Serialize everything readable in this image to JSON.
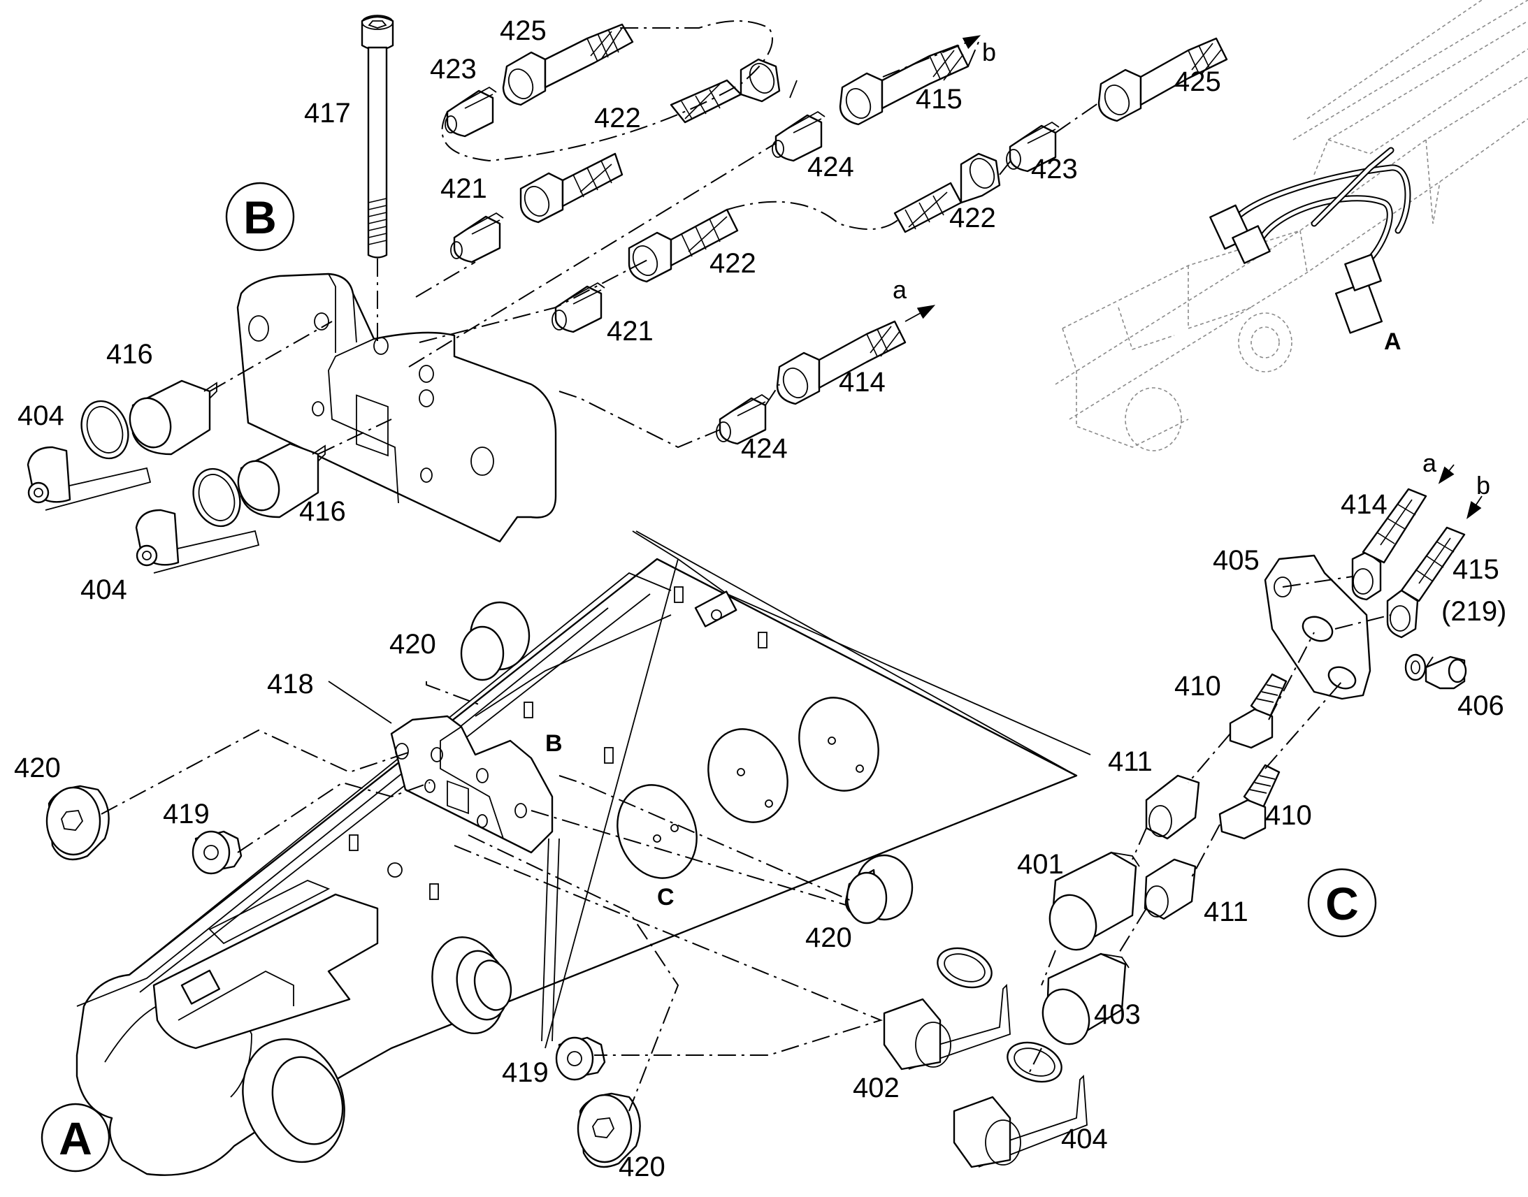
{
  "callouts": {
    "c417": "417",
    "c425a": "425",
    "c423a": "423",
    "c422a": "422",
    "c415a": "415",
    "c425b": "425",
    "c424a": "424",
    "c423b": "423",
    "c421a": "421",
    "c422b": "422",
    "c422c": "422",
    "c421b": "421",
    "c416a": "416",
    "c404a": "404",
    "c416b": "416",
    "c404b": "404",
    "c414a": "414",
    "c424b": "424",
    "c420a": "420",
    "c418": "418",
    "c420b": "420",
    "c419a": "419",
    "c420c": "420",
    "c419b": "419",
    "c420d": "420",
    "c405": "405",
    "c414b": "414",
    "c415b": "415",
    "c219": "(219)",
    "c406": "406",
    "c410a": "410",
    "c411a": "411",
    "c410b": "410",
    "c401": "401",
    "c411b": "411",
    "c403": "403",
    "c402": "402",
    "c404c": "404"
  },
  "flow_arrows": {
    "b_top": "b",
    "a_mid": "a",
    "a_right": "a",
    "b_right": "b"
  },
  "zone_letters": {
    "B": "B",
    "C": "C",
    "A": "A"
  },
  "detail_circles": {
    "B": "B",
    "C": "C",
    "A": "A"
  },
  "colors": {
    "ink": "#000000",
    "ghost": "#8a8a8a",
    "paper": "#ffffff"
  }
}
